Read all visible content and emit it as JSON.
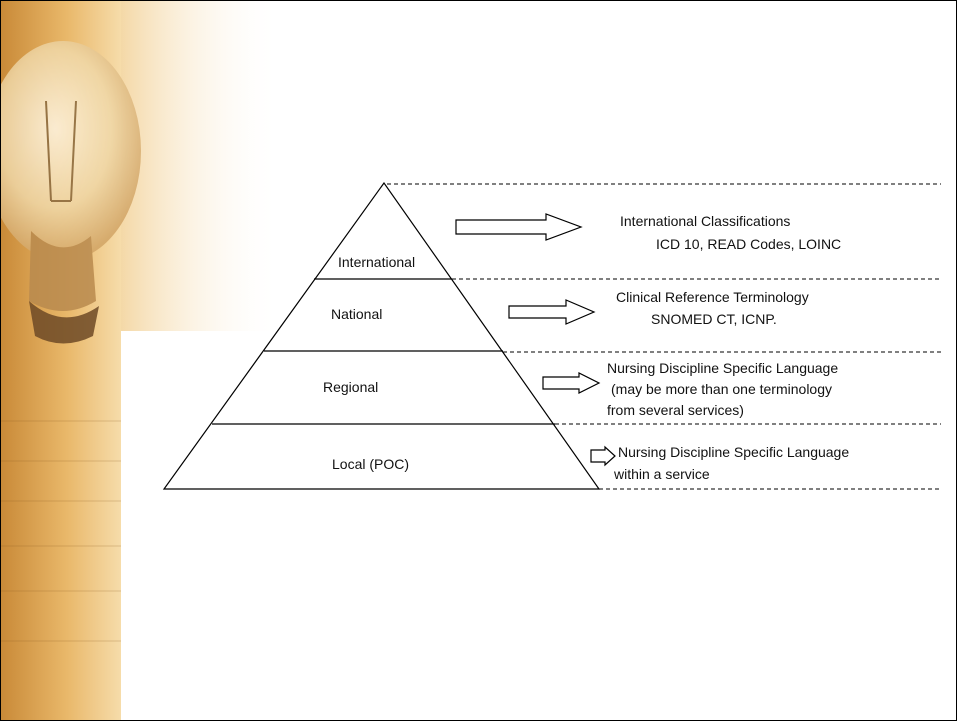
{
  "colors": {
    "accent_gold": "#d9a54c",
    "line": "#000000"
  },
  "levels": [
    {
      "label": "International"
    },
    {
      "label": "National"
    },
    {
      "label": "Regional"
    },
    {
      "label": "Local (POC)"
    }
  ],
  "descriptions": [
    {
      "lines": [
        "International Classifications",
        "ICD 10, READ Codes, LOINC"
      ]
    },
    {
      "lines": [
        "Clinical Reference Terminology",
        "SNOMED CT, ICNP."
      ]
    },
    {
      "lines": [
        "Nursing Discipline Specific Language",
        "(may be more than one terminology",
        "from several services)"
      ]
    },
    {
      "lines": [
        "Nursing Discipline Specific Language",
        "within a service"
      ]
    }
  ],
  "decoration": {
    "sidebar_image": "light-bulb-icon"
  }
}
